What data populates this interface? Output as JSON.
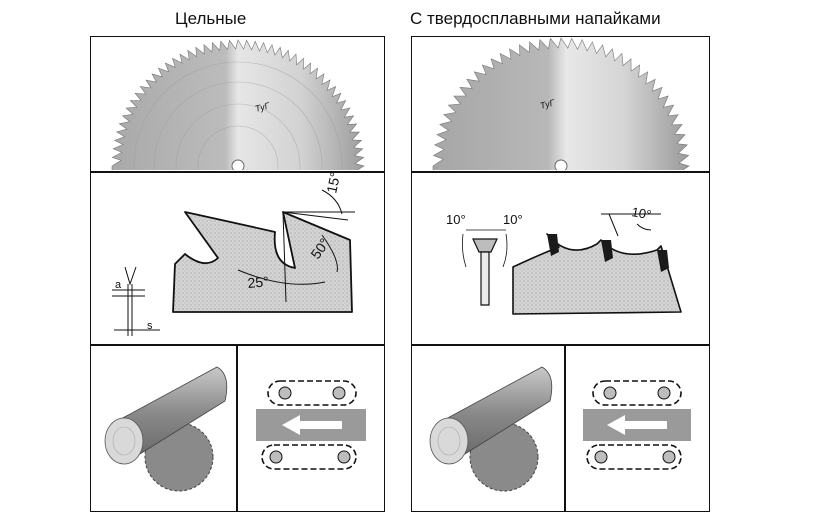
{
  "columns": [
    {
      "title": "Цельные",
      "blade_marking": "ТуГ",
      "angles": {
        "top": "15°",
        "rake": "50°",
        "clearance": "25°"
      },
      "dims": {
        "a": "a",
        "s": "s"
      }
    },
    {
      "title": "С твердосплавными напайками",
      "blade_marking": "ТуГ",
      "angles": {
        "left": "10°",
        "right": "10°",
        "top": "10°"
      }
    }
  ],
  "colors": {
    "line": "#111111",
    "steel": "#c6c6c6",
    "hatch": "#d2d2d2",
    "carbide": "#1a1a1a",
    "band": "#9a9a9a"
  }
}
